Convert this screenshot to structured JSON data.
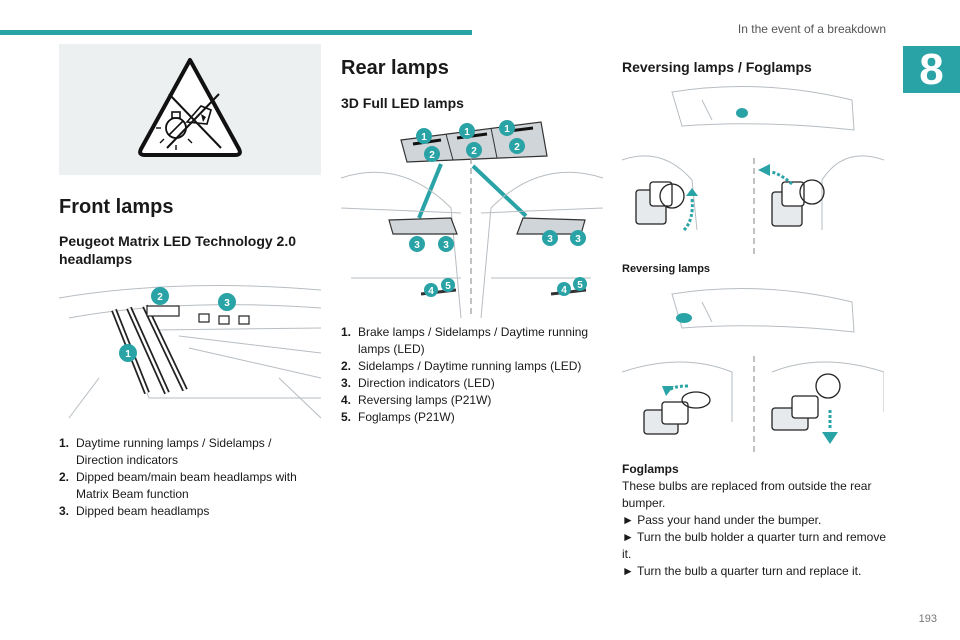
{
  "header": {
    "section_title": "In the event of a breakdown",
    "chapter_number": "8"
  },
  "warning_icon": "no-bulb-touch-warning-icon",
  "front_lamps": {
    "title": "Front lamps",
    "subtitle": "Peugeot Matrix LED Technology 2.0 headlamps",
    "figure_labels": [
      "1",
      "2",
      "3"
    ],
    "items": [
      {
        "num": "1.",
        "text": "Daytime running lamps / Sidelamps / Direction indicators"
      },
      {
        "num": "2.",
        "text": "Dipped beam/main beam headlamps with Matrix Beam function"
      },
      {
        "num": "3.",
        "text": "Dipped beam headlamps"
      }
    ]
  },
  "rear_lamps": {
    "title": "Rear lamps",
    "subtitle": "3D Full LED lamps",
    "figure_labels": [
      "1",
      "2",
      "3",
      "4",
      "5"
    ],
    "items": [
      {
        "num": "1.",
        "text": "Brake lamps / Sidelamps / Daytime running lamps (LED)"
      },
      {
        "num": "2.",
        "text": "Sidelamps / Daytime running lamps (LED)"
      },
      {
        "num": "3.",
        "text": "Direction indicators (LED)"
      },
      {
        "num": "4.",
        "text": "Reversing lamps (P21W)"
      },
      {
        "num": "5.",
        "text": "Foglamps (P21W)"
      }
    ]
  },
  "reversing": {
    "title": "Reversing lamps / Foglamps",
    "caption_reversing": "Reversing lamps",
    "fog_heading": "Foglamps",
    "fog_intro": "These bulbs are replaced from outside the rear bumper.",
    "steps": [
      "► Pass your hand under the bumper.",
      "► Turn the bulb holder a quarter turn and remove it.",
      "► Turn the bulb a quarter turn and replace it."
    ]
  },
  "colors": {
    "accent": "#2aa3a6",
    "warning_panel": "#edf0f1"
  },
  "page_number": "193"
}
